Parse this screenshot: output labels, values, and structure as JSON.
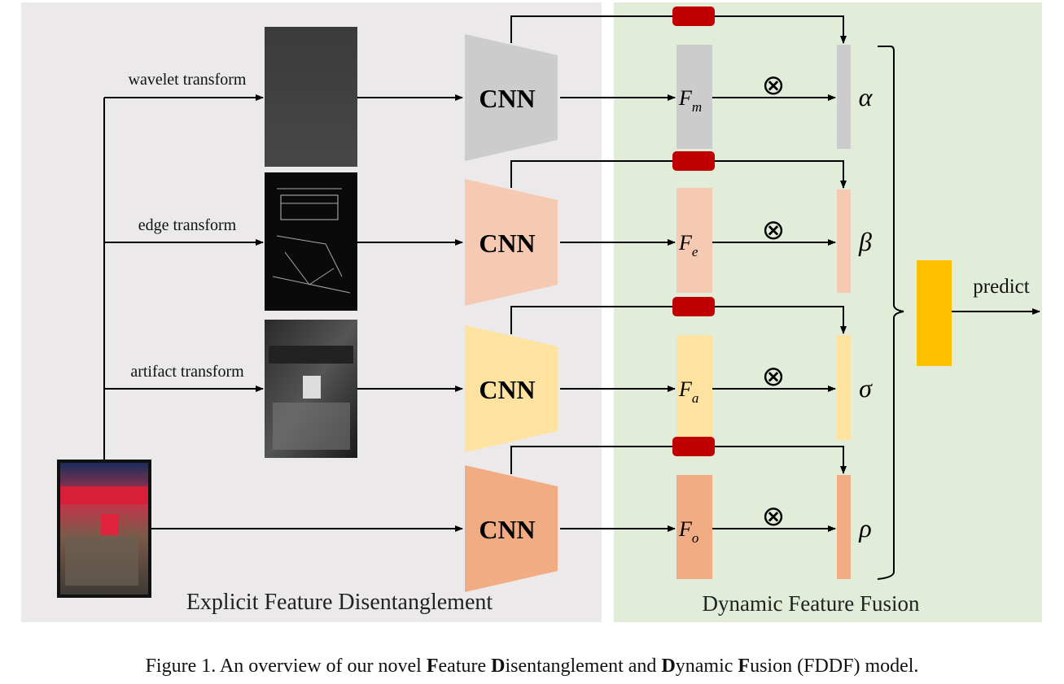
{
  "panels": {
    "left_label": "Explicit Feature Disentanglement",
    "right_label": "Dynamic Feature Fusion"
  },
  "transforms": [
    "wavelet transform",
    "edge transform",
    "artifact transform"
  ],
  "branches": [
    {
      "cnn": "CNN",
      "feature_base": "F",
      "feature_sub": "m",
      "weight": "α",
      "color": "#cccccc"
    },
    {
      "cnn": "CNN",
      "feature_base": "F",
      "feature_sub": "e",
      "weight": "β",
      "color": "#f6c9b3"
    },
    {
      "cnn": "CNN",
      "feature_base": "F",
      "feature_sub": "a",
      "weight": "σ",
      "color": "#fde39f"
    },
    {
      "cnn": "CNN",
      "feature_base": "F",
      "feature_sub": "o",
      "weight": "ρ",
      "color": "#f2ac84"
    }
  ],
  "operator": "⊗",
  "output_label": "predict",
  "colors": {
    "left_panel": "#ebe9ea",
    "right_panel": "#e1ecd9",
    "gate": "#c00000",
    "output_block": "#ffc000"
  },
  "caption": {
    "prefix": "Figure 1. An overview of our novel ",
    "b1": "F",
    "t1": "eature ",
    "b2": "D",
    "t2": "isentanglement and ",
    "b3": "D",
    "t3": "ynamic ",
    "b4": "F",
    "t4": "usion (FDDF) model."
  }
}
